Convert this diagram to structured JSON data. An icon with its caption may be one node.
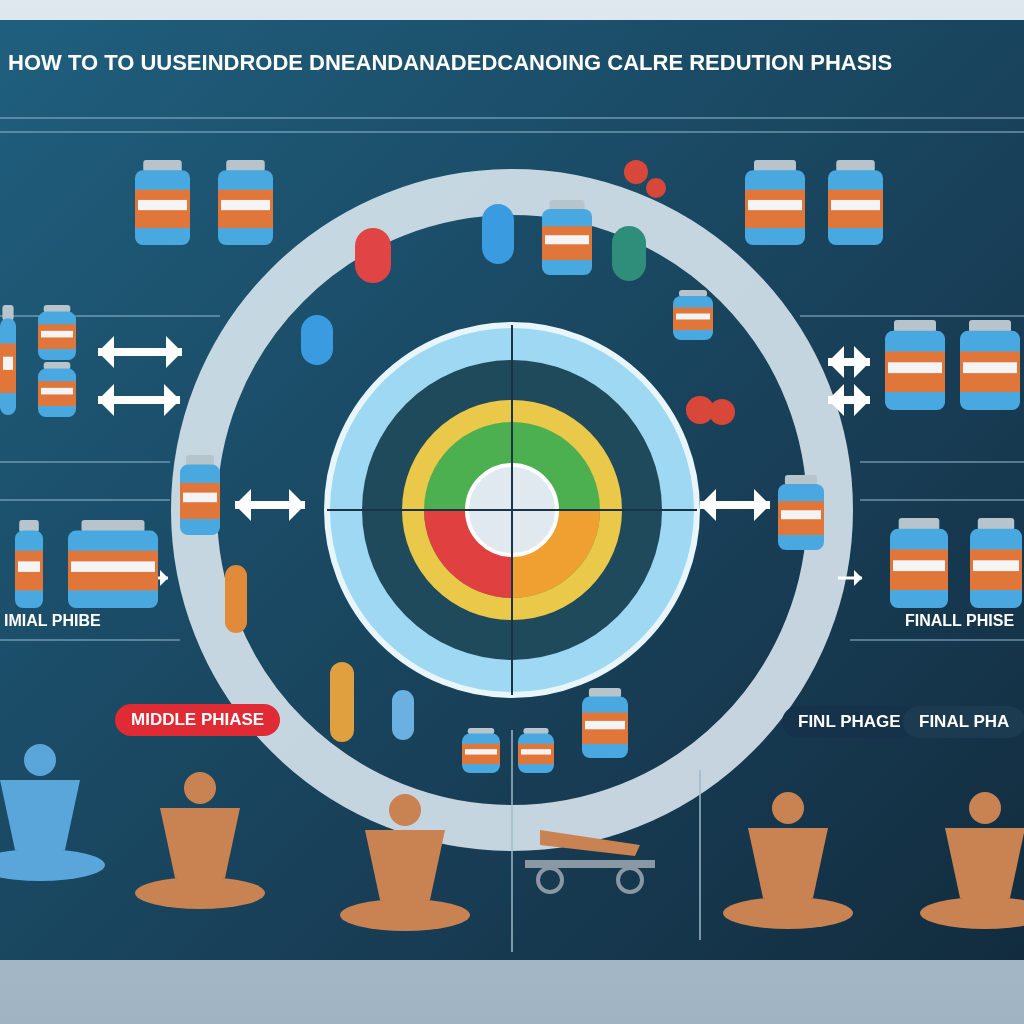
{
  "diagram": {
    "title": "HOW TO TO UUSEINDRODE DNEANDANADEDCANOING CALRE REDUTION PHASIS",
    "labels": [
      "IMIAL PHIBE",
      "FINALL PHISE",
      "MIDDLE PHIASE",
      "FINL PHAGE",
      "FINAL PHA"
    ]
  }
}
